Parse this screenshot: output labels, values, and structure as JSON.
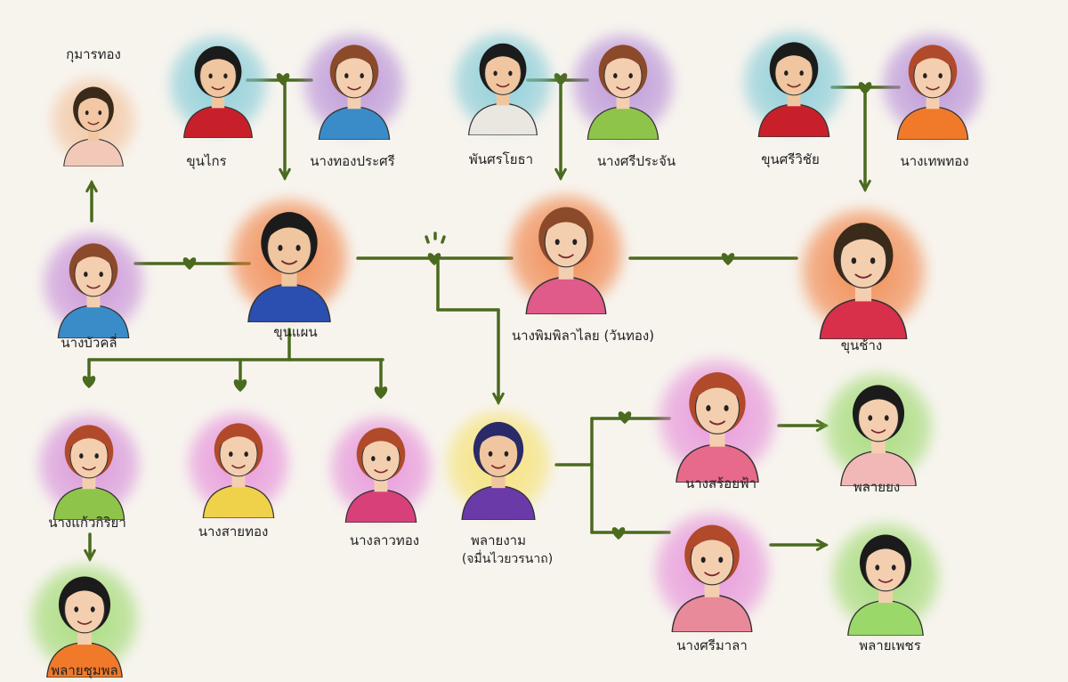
{
  "people": {
    "kumarnthong": {
      "name": "กุมารทอง",
      "halo": "#f3c19a",
      "shirt": "#f2c9b8",
      "hair": "#3a2a1a",
      "skin": "#f2c7a3"
    },
    "khunkrai": {
      "name": "ขุนไกร",
      "halo": "#7ec9d6",
      "shirt": "#c8202a",
      "hair": "#1b1b1b",
      "skin": "#f0c6a0"
    },
    "thongprasri": {
      "name": "นางทองประศรี",
      "halo": "#b48ad6",
      "shirt": "#3a8cc9",
      "hair": "#8b4a2a",
      "skin": "#f3cfb0"
    },
    "phansonyotha": {
      "name": "พันศรโยธา",
      "halo": "#7ec9d6",
      "shirt": "#e9e7df",
      "hair": "#1b1b1b",
      "skin": "#f0c6a0"
    },
    "sriprachan": {
      "name": "นางศรีประจัน",
      "halo": "#b48ad6",
      "shirt": "#8fc44a",
      "hair": "#8b4a2a",
      "skin": "#f3cfb0"
    },
    "khunsriwichai": {
      "name": "ขุนศรีวิชัย",
      "halo": "#7ec9d6",
      "shirt": "#c8202a",
      "hair": "#1b1b1b",
      "skin": "#f0c6a0"
    },
    "thepthong": {
      "name": "นางเทพทอง",
      "halo": "#b48ad6",
      "shirt": "#f07a2a",
      "hair": "#b04a2a",
      "skin": "#f3cfb0"
    },
    "buakhli": {
      "name": "นางบัวคลี่",
      "halo": "#c58ad8",
      "shirt": "#3a8cc9",
      "hair": "#8b4a2a",
      "skin": "#f3cfb0"
    },
    "khunphaen": {
      "name": "ขุนแผน",
      "halo": "#f07a3a",
      "shirt": "#2a4fb0",
      "hair": "#1b1b1b",
      "skin": "#f0c6a0"
    },
    "wanthong": {
      "name": "นางพิมพิลาไลย (วันทอง)",
      "halo": "#f07a3a",
      "shirt": "#e05a8a",
      "hair": "#8b4a2a",
      "skin": "#f3cfb0"
    },
    "khunchang": {
      "name": "ขุนช้าง",
      "halo": "#f07a3a",
      "shirt": "#d8304a",
      "hair": "#3a2a1a",
      "skin": "#f3cfb0"
    },
    "kaewkiriya": {
      "name": "นางแก้วกิริยา",
      "halo": "#d58ad8",
      "shirt": "#8fc44a",
      "hair": "#b04a2a",
      "skin": "#f3cfb0"
    },
    "saithong": {
      "name": "นางสายทอง",
      "halo": "#e58ad8",
      "shirt": "#f0d24a",
      "hair": "#b04a2a",
      "skin": "#f3cfb0"
    },
    "laothong": {
      "name": "นางลาวทอง",
      "halo": "#e58ad8",
      "shirt": "#d8407a",
      "hair": "#b04a2a",
      "skin": "#f3cfb0"
    },
    "phlaingam": {
      "name": "พลายงาม",
      "subname": "(จมื่นไวยวรนาถ)",
      "halo": "#f5e06a",
      "shirt": "#6a3aa8",
      "hair": "#2a2a6a",
      "skin": "#f0c6a0"
    },
    "soifa": {
      "name": "นางสร้อยฟ้า",
      "halo": "#e58ad8",
      "shirt": "#e86a8a",
      "hair": "#b04a2a",
      "skin": "#f3cfb0"
    },
    "sriмala_placeholder": {
      "name": "",
      "halo": "",
      "shirt": "",
      "hair": "",
      "skin": ""
    },
    "srimala": {
      "name": "นางศรีมาลา",
      "halo": "#e58ad8",
      "shirt": "#e88a9a",
      "hair": "#b04a2a",
      "skin": "#f3cfb0"
    },
    "phlaiyong": {
      "name": "พลายยง",
      "halo": "#9ad86a",
      "shirt": "#f2b8b8",
      "hair": "#1b1b1b",
      "skin": "#f3cfb0"
    },
    "phlaiphet": {
      "name": "พลายเพชร",
      "halo": "#9ad86a",
      "shirt": "#9ad86a",
      "hair": "#1b1b1b",
      "skin": "#f3cfb0"
    },
    "phlaichumphon": {
      "name": "พลายชุมพล",
      "halo": "#9ad86a",
      "shirt": "#f07a2a",
      "hair": "#1b1b1b",
      "skin": "#f3cfb0"
    }
  },
  "colors": {
    "line": "#4a6a1e",
    "heart": "#4a6a1e"
  }
}
